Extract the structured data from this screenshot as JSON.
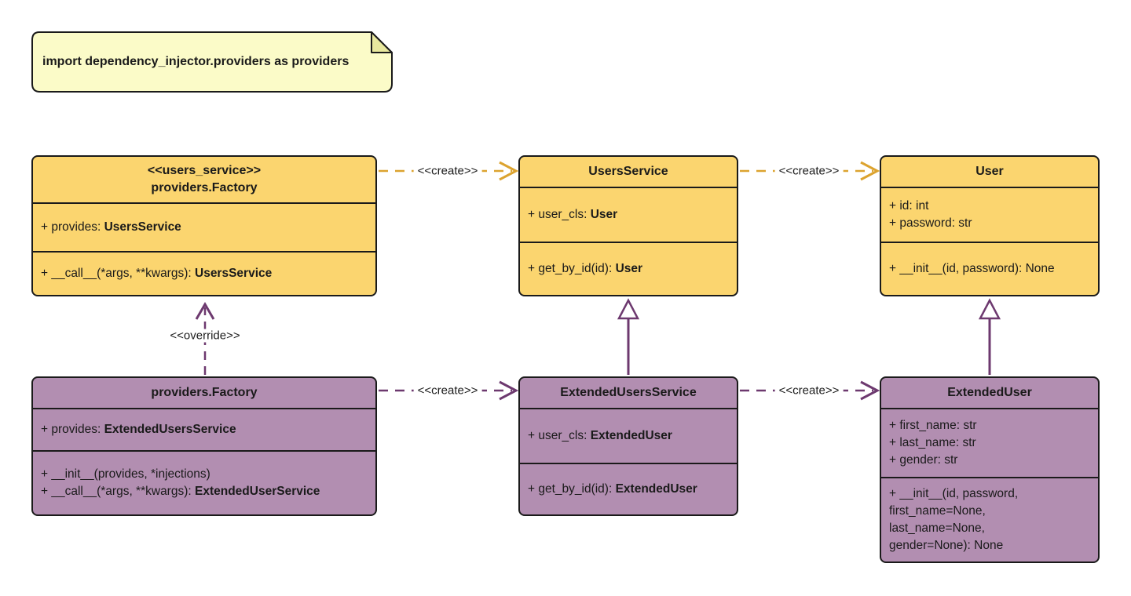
{
  "note": {
    "text": "import dependency_injector.providers as providers"
  },
  "colors": {
    "class_fill_yellow": "#FBD56F",
    "class_fill_purple": "#B28EB1",
    "edge_gold": "#DCA32F",
    "edge_purple": "#6D396F",
    "note_fill": "#FBFBC8",
    "note_fold": "#E8E89E",
    "border_black": "#1A1A1A"
  },
  "classes": {
    "factory_users": {
      "stereotype": "<<users_service>>",
      "name": "providers.Factory",
      "attr1": {
        "text": "+ provides: ",
        "type": "UsersService"
      },
      "method1": {
        "text": "+ __call__(*args, **kwargs): ",
        "type": "UsersService"
      }
    },
    "users_service": {
      "name": "UsersService",
      "attr1": {
        "text": "+ user_cls: ",
        "type": "User"
      },
      "method1": {
        "text": "+ get_by_id(id): ",
        "type": "User"
      }
    },
    "user": {
      "name": "User",
      "attr1": {
        "text": "+ id: int",
        "type": ""
      },
      "attr2": {
        "text": "+ password: str",
        "type": ""
      },
      "method1": {
        "text": "+ __init__(id, password): None",
        "type": ""
      }
    },
    "factory_extended": {
      "name": "providers.Factory",
      "attr1": {
        "text": "+ provides: ",
        "type": "ExtendedUsersService"
      },
      "method1": {
        "text": "+ __init__(provides, *injections)",
        "type": ""
      },
      "method2": {
        "text": "+ __call__(*args, **kwargs): ",
        "type": "ExtendedUserService"
      }
    },
    "extended_users_service": {
      "name": "ExtendedUsersService",
      "attr1": {
        "text": "+ user_cls: ",
        "type": "ExtendedUser"
      },
      "method1": {
        "text": "+ get_by_id(id): ",
        "type": "ExtendedUser"
      }
    },
    "extended_user": {
      "name": "ExtendedUser",
      "attr1": {
        "text": "+ first_name: str",
        "type": ""
      },
      "attr2": {
        "text": "+ last_name: str",
        "type": ""
      },
      "attr3": {
        "text": "+ gender: str",
        "type": ""
      },
      "method_line1": "+ __init__(id, password,",
      "method_line2": "first_name=None,",
      "method_line3": "last_name=None,",
      "method_line4": "gender=None): None"
    }
  },
  "edges": {
    "create_factory_to_users_service": {
      "label": "<<create>>"
    },
    "create_users_service_to_user": {
      "label": "<<create>>"
    },
    "create_factory_to_extended_service": {
      "label": "<<create>>"
    },
    "create_extended_service_to_extended_user": {
      "label": "<<create>>"
    },
    "override": {
      "label": "<<override>>"
    }
  }
}
